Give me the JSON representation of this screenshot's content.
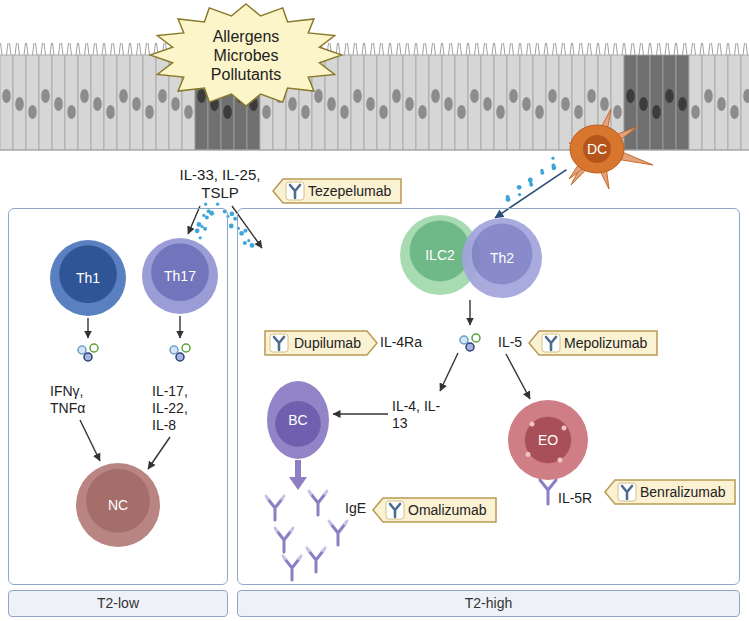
{
  "diagram": {
    "nodes": [
      {
        "text": [
          "Allergens Microbes Pollutants"
        ]
      },
      {
        "text": [
          "Tezepelumab"
        ]
      },
      {
        "text": [
          "DC"
        ]
      },
      {
        "text": [
          "T2-low"
        ]
      },
      {
        "text": [
          "Th1"
        ],
        "in": 3
      },
      {
        "text": [
          "Th17"
        ],
        "in": 3
      },
      {
        "text": [
          "NC"
        ],
        "in": 3
      },
      {
        "text": [
          "T2-high"
        ]
      },
      {
        "text": [
          "ILC2"
        ],
        "in": 7
      },
      {
        "text": [
          "Th2"
        ],
        "in": 7
      },
      {
        "text": [
          "Dupilumab"
        ],
        "in": 7
      },
      {
        "text": [
          "Mepolizumab"
        ],
        "in": 7
      },
      {
        "text": [
          "BC"
        ],
        "in": 7
      },
      {
        "text": [
          "EO"
        ],
        "in": 7
      },
      {
        "text": [
          "Benralizumab"
        ],
        "in": 7
      },
      {
        "text": [
          "Omalizumab"
        ],
        "in": 7
      }
    ],
    "edges": [
      {
        "from": 2,
        "to": 8,
        "arrow": "to"
      }
    ],
    "labels": [
      "IL-33, IL-25, TSLP",
      "IFNγ, TNFα",
      "IL-17, IL-22, IL-8",
      "IL-4Ra",
      "IL-5",
      "IL-4, IL-13",
      "IgE",
      "IL-5R"
    ]
  }
}
